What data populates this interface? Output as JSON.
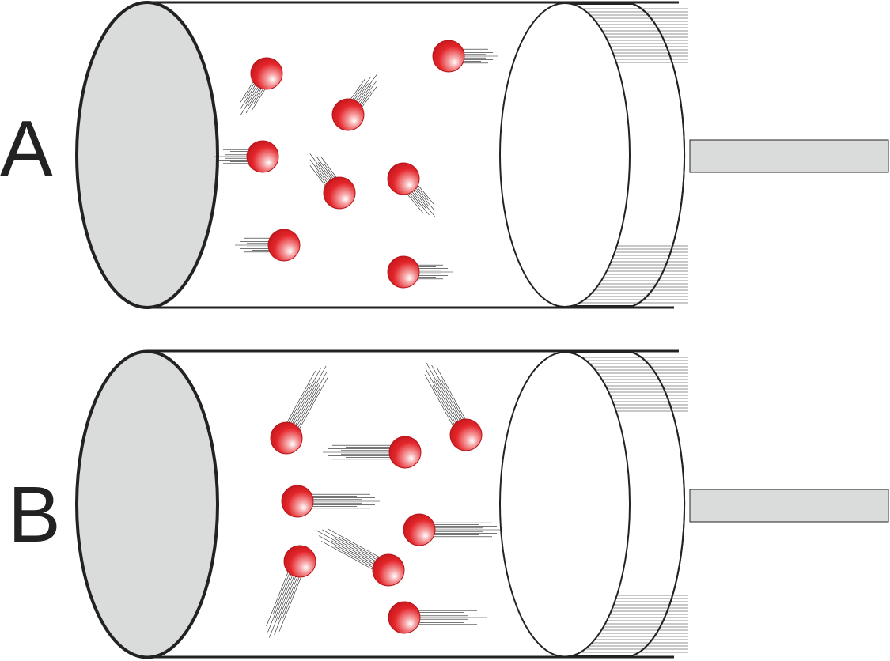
{
  "colors": {
    "outline": "#222222",
    "end_cap": "#d9dcdb",
    "rod": "#d9dcdb",
    "particle": "#e3262b",
    "particle_highlight": "#ffffff",
    "background": "#ffffff"
  },
  "panels": [
    {
      "id": "a",
      "label": "A",
      "particle_count": 8,
      "trail_length": "short"
    },
    {
      "id": "b",
      "label": "B",
      "particle_count": 8,
      "trail_length": "long"
    }
  ],
  "icons": {
    "cylinder": "cylinder-icon",
    "piston": "piston-icon",
    "rod": "piston-rod-icon",
    "particle": "gas-particle-icon"
  }
}
